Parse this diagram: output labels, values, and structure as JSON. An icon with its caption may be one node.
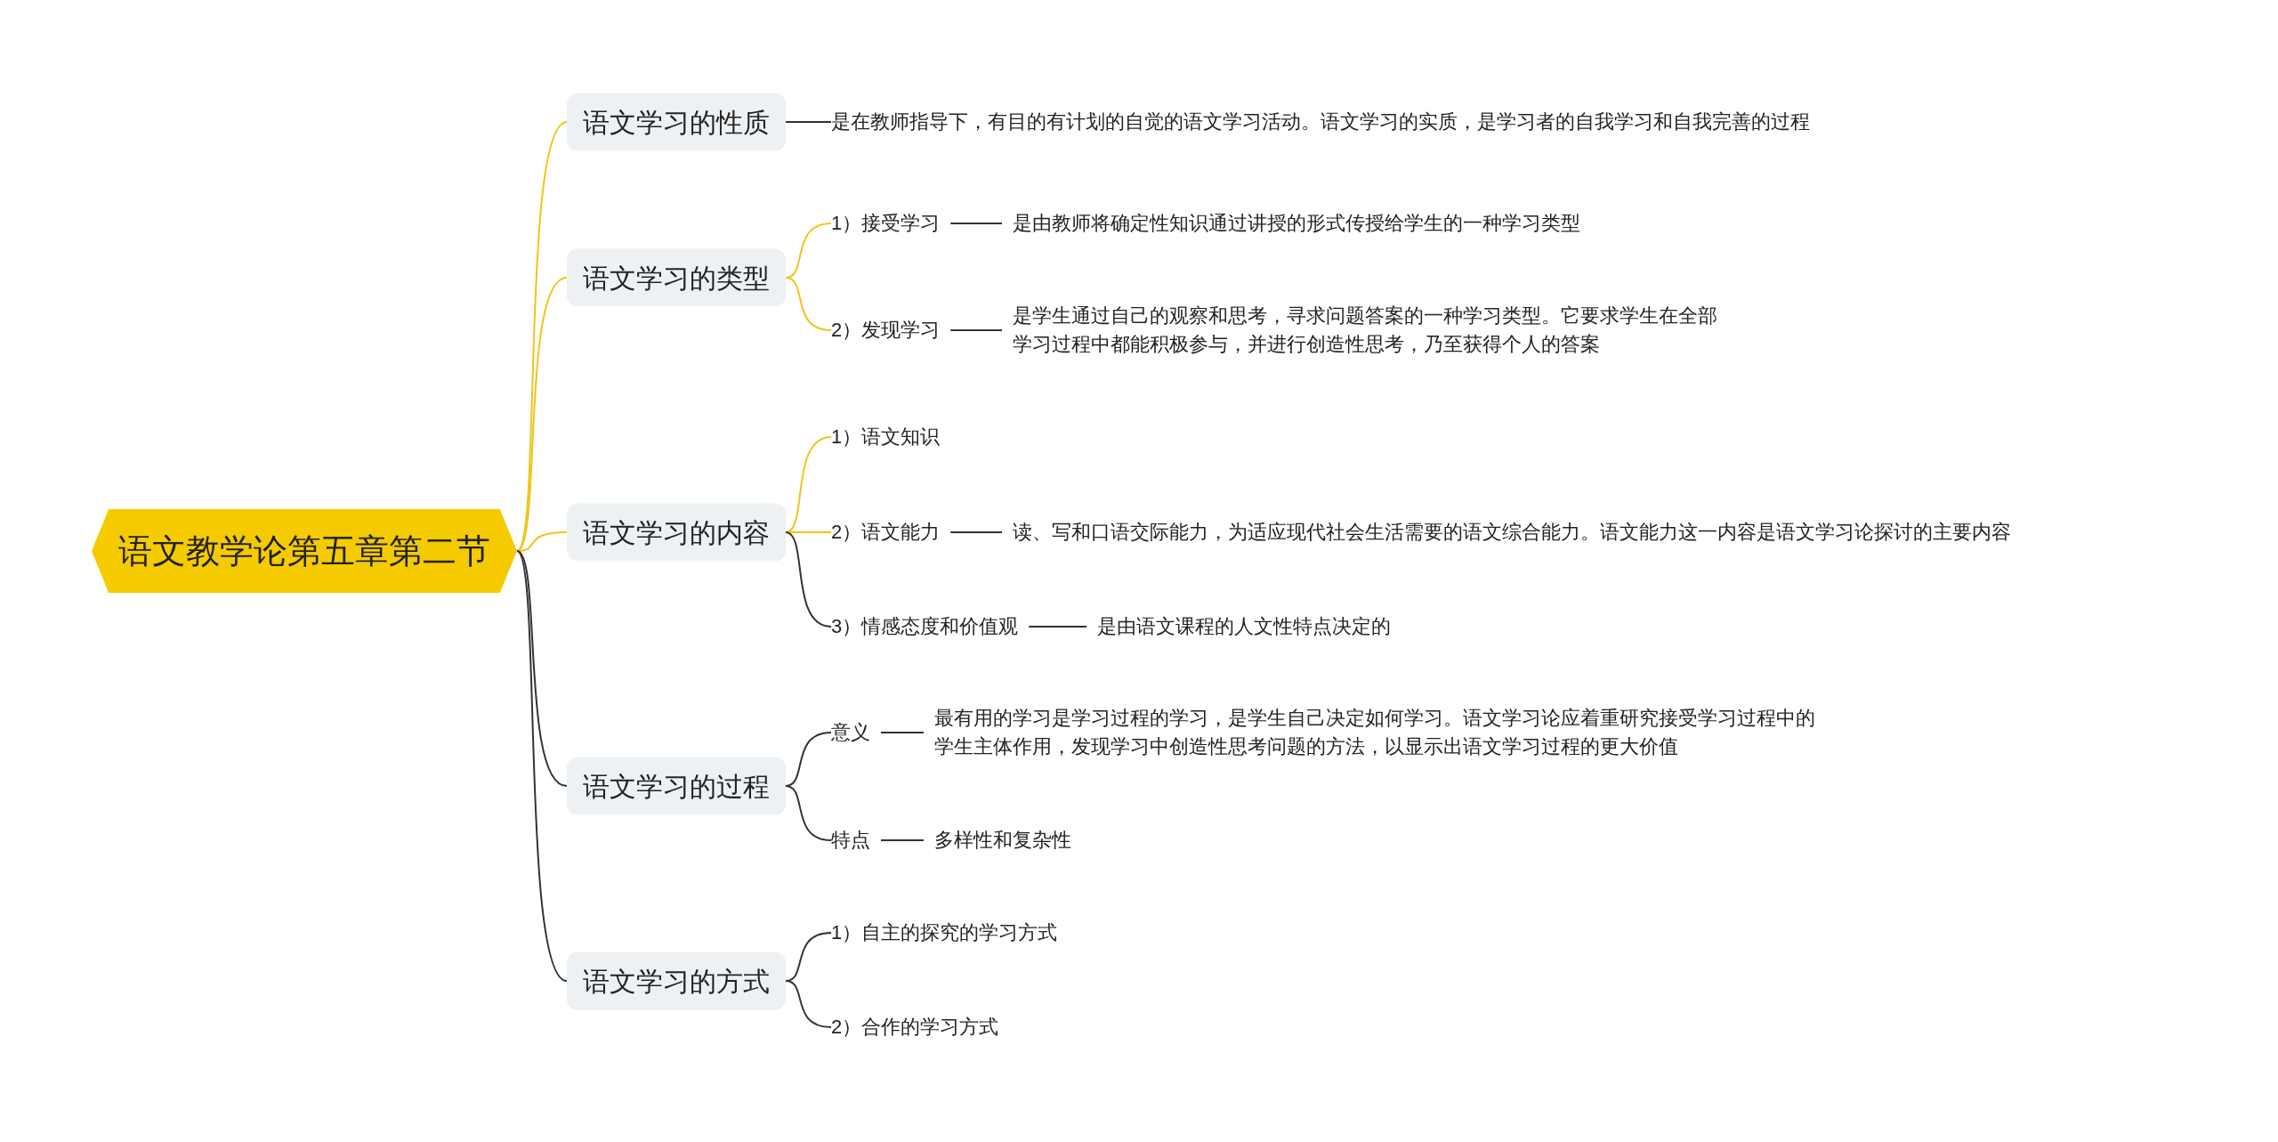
{
  "diagram": {
    "nodes": [
      {
        "text": [
          "语文教学论第五章第二节"
        ]
      },
      {
        "text": [
          "语文学习的性质"
        ]
      },
      {
        "text": [
          "是在教师指导下，有目的有计划的自觉的语文学习活动。语文学习的实质，是学习者的自我学习和自我完善的过程"
        ]
      },
      {
        "text": [
          "语文学习的类型"
        ]
      },
      {
        "text": [
          "1）接受学习"
        ]
      },
      {
        "text": [
          "是由教师将确定性知识通过讲授的形式传授给学生的一种学习类型"
        ]
      },
      {
        "text": [
          "2）发现学习"
        ]
      },
      {
        "text": [
          "是学生通过自己的观察和思考，寻求问题答案的一种学习类型。它要求学生在全部学习过程中都能积极参与，并进行创造性思考，乃至获得个人的答案"
        ]
      },
      {
        "text": [
          "语文学习的内容"
        ]
      },
      {
        "text": [
          "1）语文知识"
        ]
      },
      {
        "text": [
          "2）语文能力"
        ]
      },
      {
        "text": [
          "读、写和口语交际能力，为适应现代社会生活需要的语文综合能力。语文能力这一内容是语文学习论探讨的主要内容"
        ]
      },
      {
        "text": [
          "3）情感态度和价值观"
        ]
      },
      {
        "text": [
          "是由语文课程的人文性特点决定的"
        ]
      },
      {
        "text": [
          "语文学习的过程"
        ]
      },
      {
        "text": [
          "意义"
        ]
      },
      {
        "text": [
          "最有用的学习是学习过程的学习，是学生自己决定如何学习。语文学习论应着重研究接受学习过程中的学生主体作用，发现学习中创造性思考问题的方法，以显示出语文学习过程的更大价值"
        ]
      },
      {
        "text": [
          "特点"
        ]
      },
      {
        "text": [
          "多样性和复杂性"
        ]
      },
      {
        "text": [
          "语文学习的方式"
        ]
      },
      {
        "text": [
          "1）自主的探究的学习方式"
        ]
      },
      {
        "text": [
          "2）合作的学习方式"
        ]
      }
    ],
    "edges": [
      {
        "from": 0,
        "to": 1,
        "arrow": "none",
        "color": "#f0c419"
      },
      {
        "from": 0,
        "to": 3,
        "arrow": "none",
        "color": "#f0c419"
      },
      {
        "from": 0,
        "to": 8,
        "arrow": "none",
        "color": "#f0c419"
      },
      {
        "from": 0,
        "to": 14,
        "arrow": "none"
      },
      {
        "from": 0,
        "to": 19,
        "arrow": "none"
      },
      {
        "from": 1,
        "to": 2,
        "arrow": "none"
      },
      {
        "from": 3,
        "to": 4,
        "arrow": "none",
        "color": "#f0c419"
      },
      {
        "from": 4,
        "to": 5,
        "arrow": "none"
      },
      {
        "from": 3,
        "to": 6,
        "arrow": "none",
        "color": "#f0c419"
      },
      {
        "from": 6,
        "to": 7,
        "arrow": "none"
      },
      {
        "from": 8,
        "to": 9,
        "arrow": "none",
        "color": "#f0c419"
      },
      {
        "from": 8,
        "to": 10,
        "arrow": "none",
        "color": "#f0c419"
      },
      {
        "from": 10,
        "to": 11,
        "arrow": "none"
      },
      {
        "from": 8,
        "to": 12,
        "arrow": "none"
      },
      {
        "from": 12,
        "to": 13,
        "arrow": "none"
      },
      {
        "from": 14,
        "to": 15,
        "arrow": "none"
      },
      {
        "from": 15,
        "to": 16,
        "arrow": "none"
      },
      {
        "from": 14,
        "to": 17,
        "arrow": "none"
      },
      {
        "from": 17,
        "to": 18,
        "arrow": "none"
      },
      {
        "from": 19,
        "to": 20,
        "arrow": "none"
      },
      {
        "from": 19,
        "to": 21,
        "arrow": "none"
      }
    ]
  }
}
